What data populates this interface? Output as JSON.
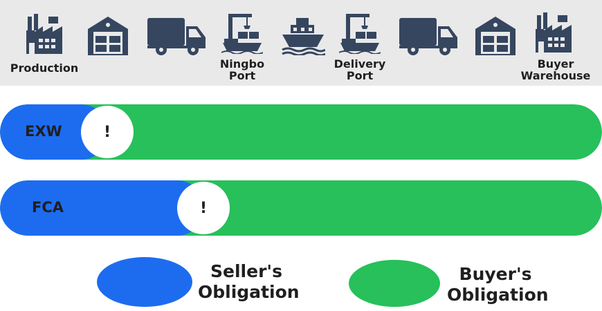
{
  "colors": {
    "seller": "#1d6cf0",
    "buyer": "#27c05a",
    "icon": "#36465f",
    "band": "#e9e9ea"
  },
  "stages": [
    {
      "icon": "factory-icon",
      "label": ""
    },
    {
      "icon": "warehouse-icon",
      "label": ""
    },
    {
      "icon": "truck-icon",
      "label": ""
    },
    {
      "icon": "port-crane-icon",
      "label": "Ningbo\nPort"
    },
    {
      "icon": "ship-icon",
      "label": ""
    },
    {
      "icon": "port-crane-icon",
      "label": "Delivery\nPort"
    },
    {
      "icon": "truck-icon",
      "label": ""
    },
    {
      "icon": "warehouse-icon",
      "label": ""
    },
    {
      "icon": "factory-icon",
      "label": "Buyer\nWarehouse"
    }
  ],
  "production_label": "Production",
  "terms": [
    {
      "name": "EXW",
      "risk_symbol": "!",
      "seller_share": 0.18
    },
    {
      "name": "FCA",
      "risk_symbol": "!",
      "seller_share": 0.34
    }
  ],
  "legend": {
    "seller": "Seller's\nObligation",
    "buyer": "Buyer's\nObligation"
  }
}
